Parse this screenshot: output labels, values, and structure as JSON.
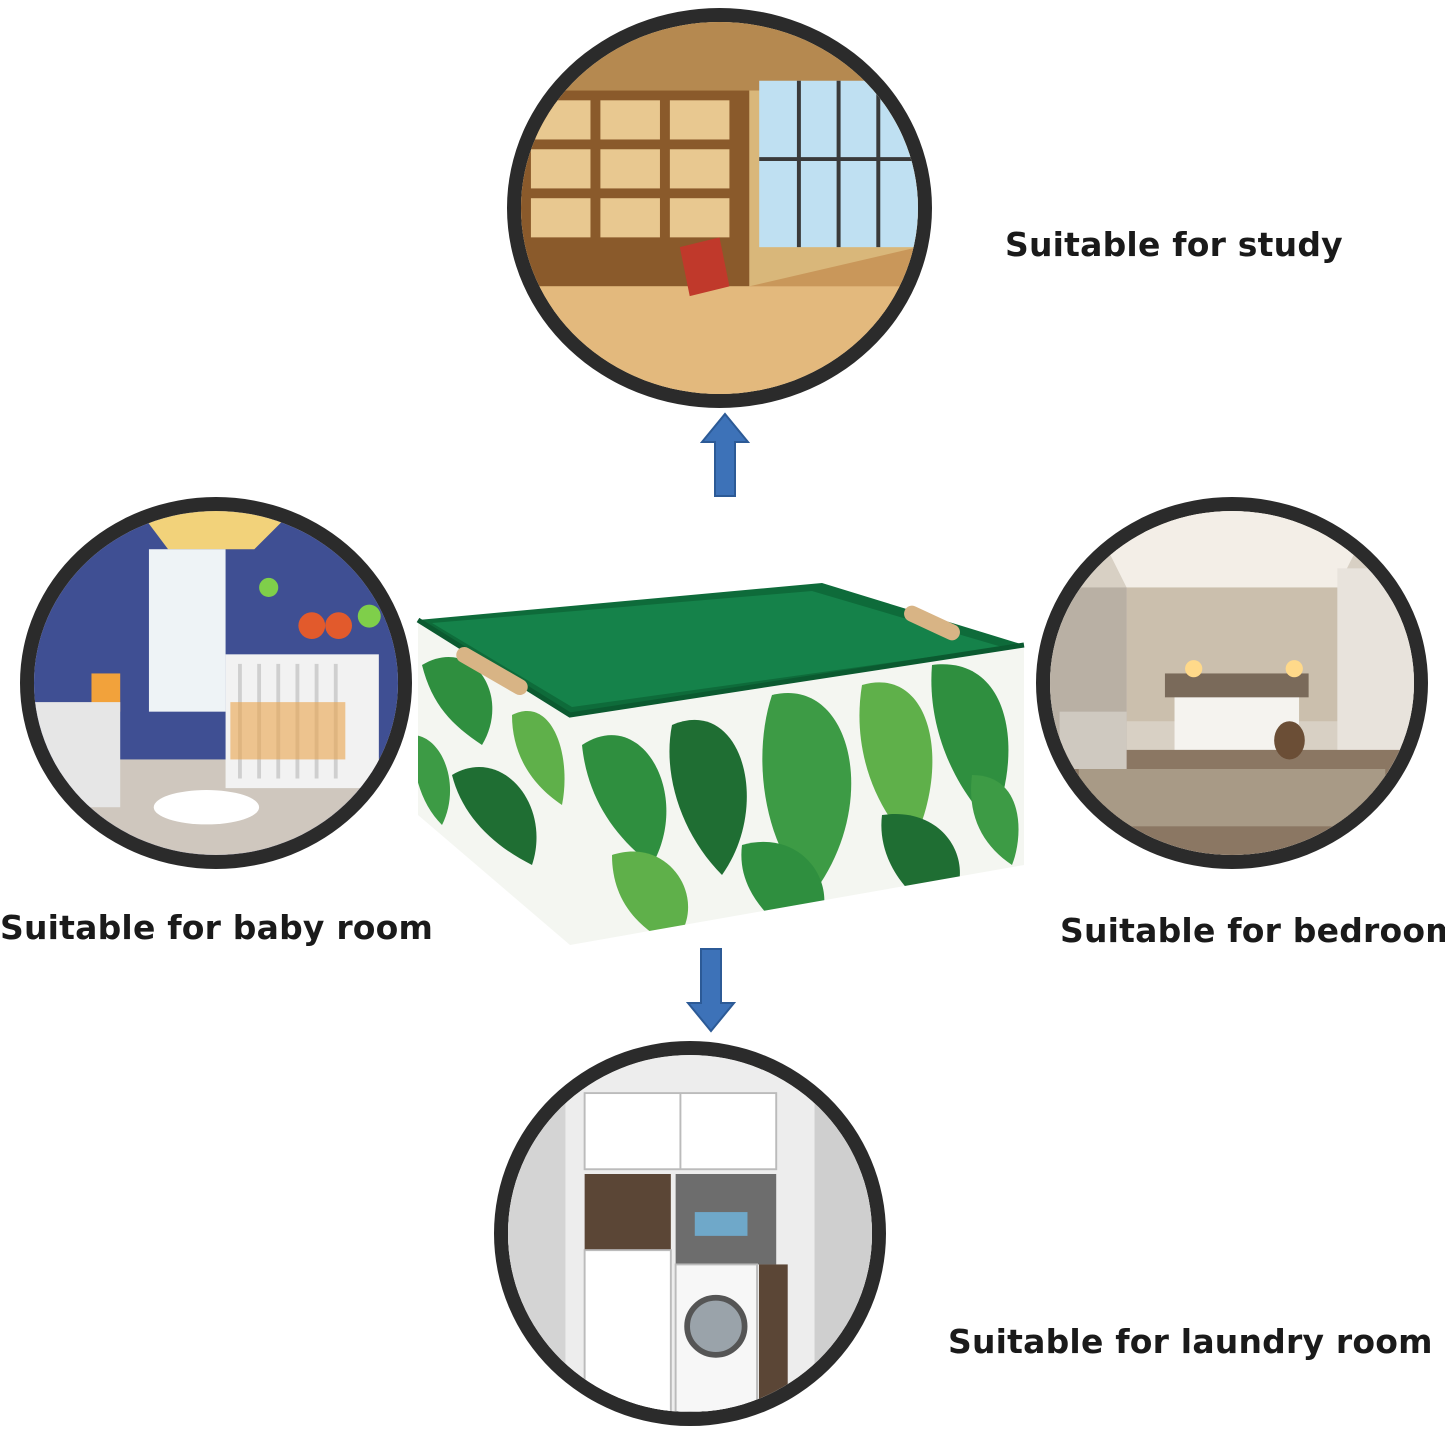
{
  "labels": {
    "study": "Suitable for study",
    "baby_room": "Suitable for baby room",
    "bedroom": "Suitable for bedroom",
    "laundry_room": "Suitable for laundry room"
  },
  "colors": {
    "arrow": "#3d72b8",
    "circle_border": "#2b2b2b",
    "basket_green": "#0e6b3a",
    "leaf_green": "#2f8f3f",
    "text": "#1a1a1a"
  },
  "icons": {
    "up_arrow": "arrow-up-icon",
    "down_arrow": "arrow-down-icon"
  }
}
